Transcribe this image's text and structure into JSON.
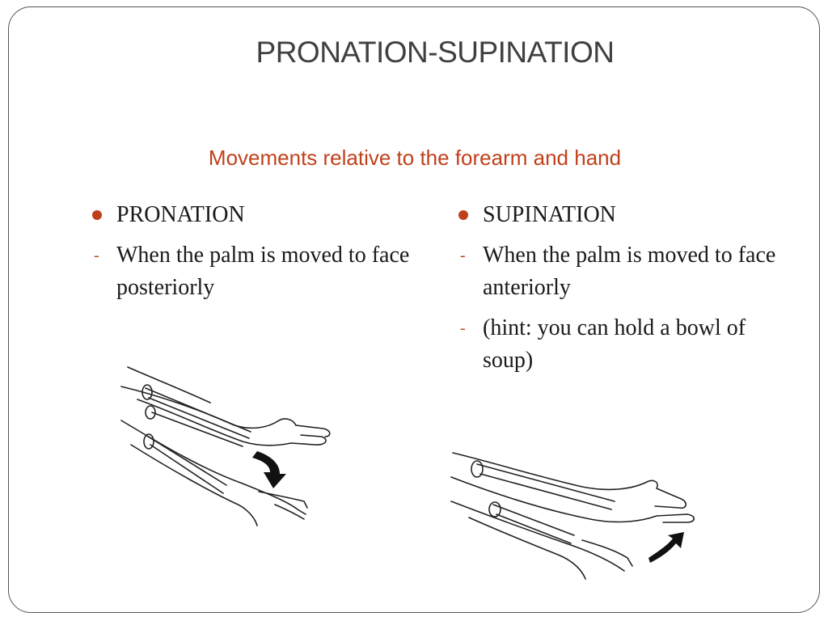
{
  "slide": {
    "title": "PRONATION-SUPINATION",
    "subtitle": "Movements relative to the forearm and hand"
  },
  "left_column": {
    "heading": "PRONATION",
    "items": [
      "When the palm is moved to face posteriorly"
    ],
    "dash": "-"
  },
  "right_column": {
    "heading": "SUPINATION",
    "items": [
      "When the palm is moved to face anteriorly",
      "(hint: you can hold a bowl of soup)"
    ],
    "dash": "-"
  },
  "colors": {
    "accent": "#c0401c",
    "title": "#404040",
    "text": "#1a1a1a",
    "border": "#555555"
  }
}
